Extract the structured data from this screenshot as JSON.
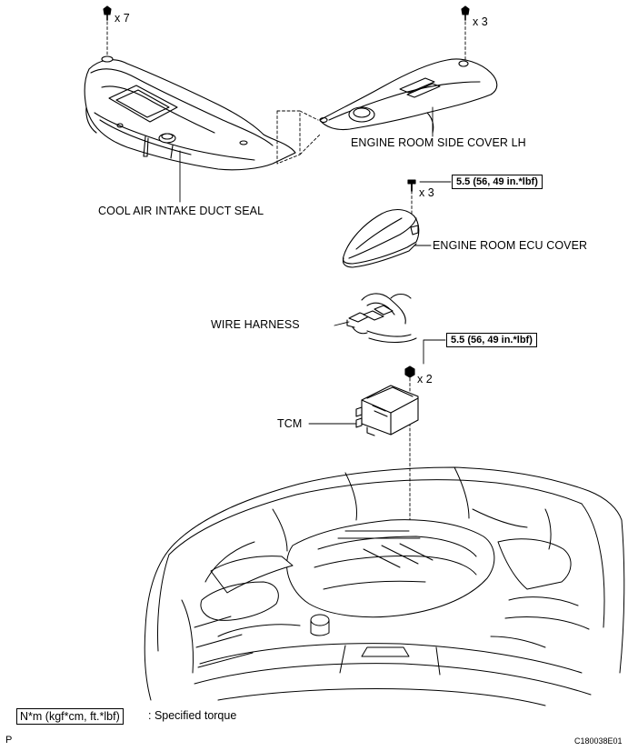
{
  "labels": {
    "cool_air_intake_duct_seal": "COOL AIR INTAKE DUCT SEAL",
    "engine_room_side_cover_lh": "ENGINE ROOM SIDE COVER LH",
    "engine_room_ecu_cover": "ENGINE ROOM ECU COVER",
    "wire_harness": "WIRE HARNESS",
    "tcm": "TCM"
  },
  "quantities": {
    "clip_duct_seal": "x 7",
    "clip_side_cover": "x 3",
    "bolt_ecu_cover": "x 3",
    "nut_tcm": "x 2"
  },
  "torques": {
    "ecu_cover": "5.5 (56, 49 in.*lbf)",
    "tcm": "5.5 (56, 49 in.*lbf)"
  },
  "legend": {
    "key": "N*m (kgf*cm, ft.*lbf)",
    "text": ": Specified torque"
  },
  "corner": {
    "left": "P",
    "right": "C180038E01"
  }
}
